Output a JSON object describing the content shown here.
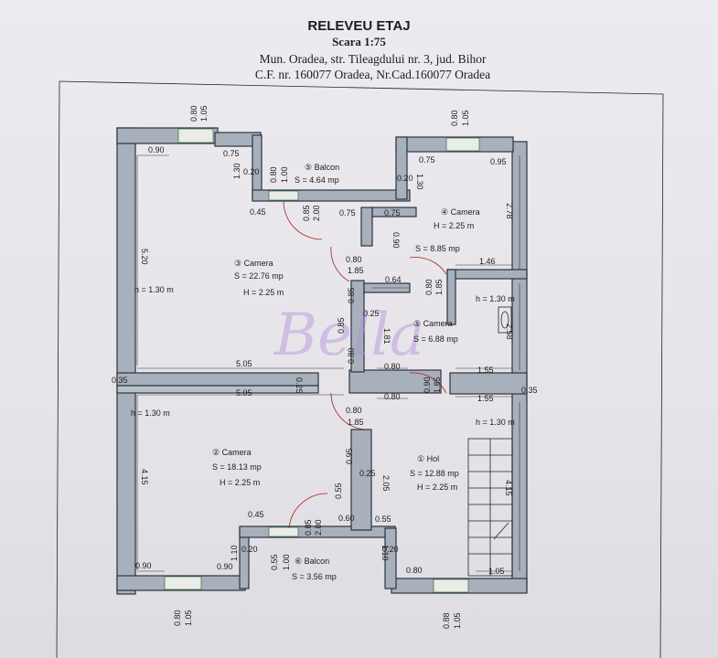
{
  "header": {
    "title": "RELEVEU ETAJ",
    "scale": "Scara 1:75",
    "address": "Mun. Oradea, str. Tileagdului nr. 3, jud. Bihor",
    "cadastre": "C.F. nr. 160077 Oradea, Nr.Cad.160077 Oradea"
  },
  "watermark": "Bella",
  "rooms": {
    "r3": {
      "name": "③ Camera",
      "area": "S = 22.76 mp",
      "height": "H = 2.25 m"
    },
    "r2": {
      "name": "② Camera",
      "area": "S = 18.13 mp",
      "height": "H = 2.25 m"
    },
    "r1": {
      "name": "① Hol",
      "area": "S = 12.88 mp",
      "height": "H = 2.25 m"
    },
    "r4": {
      "name": "④ Camera",
      "height": "H = 2.25 m"
    },
    "r4area": "S = 8.85 mp",
    "r5": {
      "name": "⑤ Camera",
      "area": "S = 6.88 mp"
    },
    "b5": {
      "name": "⑤ Balcon",
      "area": "S = 4.64 mp"
    },
    "b6": {
      "name": "⑥ Balcon",
      "area": "S = 3.56 mp"
    }
  },
  "dims": {
    "d0_90_a": "0.90",
    "d0_75_a": "0.75",
    "d1_30_a": "1.30",
    "d0_20_a": "0.20",
    "d0_45_a": "0.45",
    "d0_85": "0.85",
    "d2_00": "2.00",
    "d0_75_b": "0.75",
    "d0_75_c": "0.75",
    "d0_90_b": "0.90",
    "d0_20_b": "0.20",
    "d1_30_b": "1.30",
    "d0_75_d": "0.75",
    "d0_95": "0.95",
    "d2_78": "2.78",
    "d5_20": "5.20",
    "h130_a": "h = 1.30 m",
    "d0_80_door": "0.80",
    "d1_85_door": "1.85",
    "d0_64": "0.64",
    "d0_80_v": "0.80",
    "d1_85_v": "1.85",
    "d1_46": "1.46",
    "h130_b": "h = 1.30 m",
    "d2_58": "2.58",
    "d0_85_v": "0.85",
    "d0_25": "0.25",
    "d0_85_w": "0.85",
    "d1_81": "1.81",
    "d0_80_w": "0.80",
    "d5_05_a": "5.05",
    "d0_35_a": "0.35",
    "d0_25_b": "0.25",
    "d0_80_x": "0.80",
    "d0_90_v": "0.90",
    "d1_85_x": "1.85",
    "d1_55_a": "1.55",
    "d0_35_b": "0.35",
    "d5_05_b": "5.05",
    "d0_80_y": "0.80",
    "d1_55_b": "1.55",
    "h130_c": "h = 1.30 m",
    "d0_80_z": "0.80",
    "d1_85_z": "1.85",
    "h130_d": "h = 1.30 m",
    "d0_95_b": "0.95",
    "d0_25_c": "0.25",
    "d2_05": "2.05",
    "d0_55_a": "0.55",
    "d4_15_a": "4.15",
    "d4_15_b": "4.15",
    "d0_45_b": "0.45",
    "d0_85_b": "0.85",
    "d2_00_b": "2.00",
    "d0_60": "0.60",
    "d0_55_b": "0.55",
    "d1_10_a": "1.10",
    "d0_20_c": "0.20",
    "d0_20_d": "0.20",
    "d1_10_b": "1.10",
    "d0_90_c": "0.90",
    "d0_90_d": "0.90",
    "d0_55_c": "0.55",
    "d1_00": "1.00",
    "d0_80_q": "0.80",
    "d1_05": "1.05",
    "w_top1_a": "0.80",
    "w_top1_b": "1.05",
    "w_top2_a": "0.80",
    "w_top2_b": "1.05",
    "w_b5_a": "0.80",
    "w_b5_b": "1.00",
    "w_bot1_a": "0.80",
    "w_bot1_b": "1.05",
    "w_bot2_a": "0.88",
    "w_bot2_b": "1.05",
    "w_b6_a": "0.55",
    "w_b6_b": "1.00"
  }
}
